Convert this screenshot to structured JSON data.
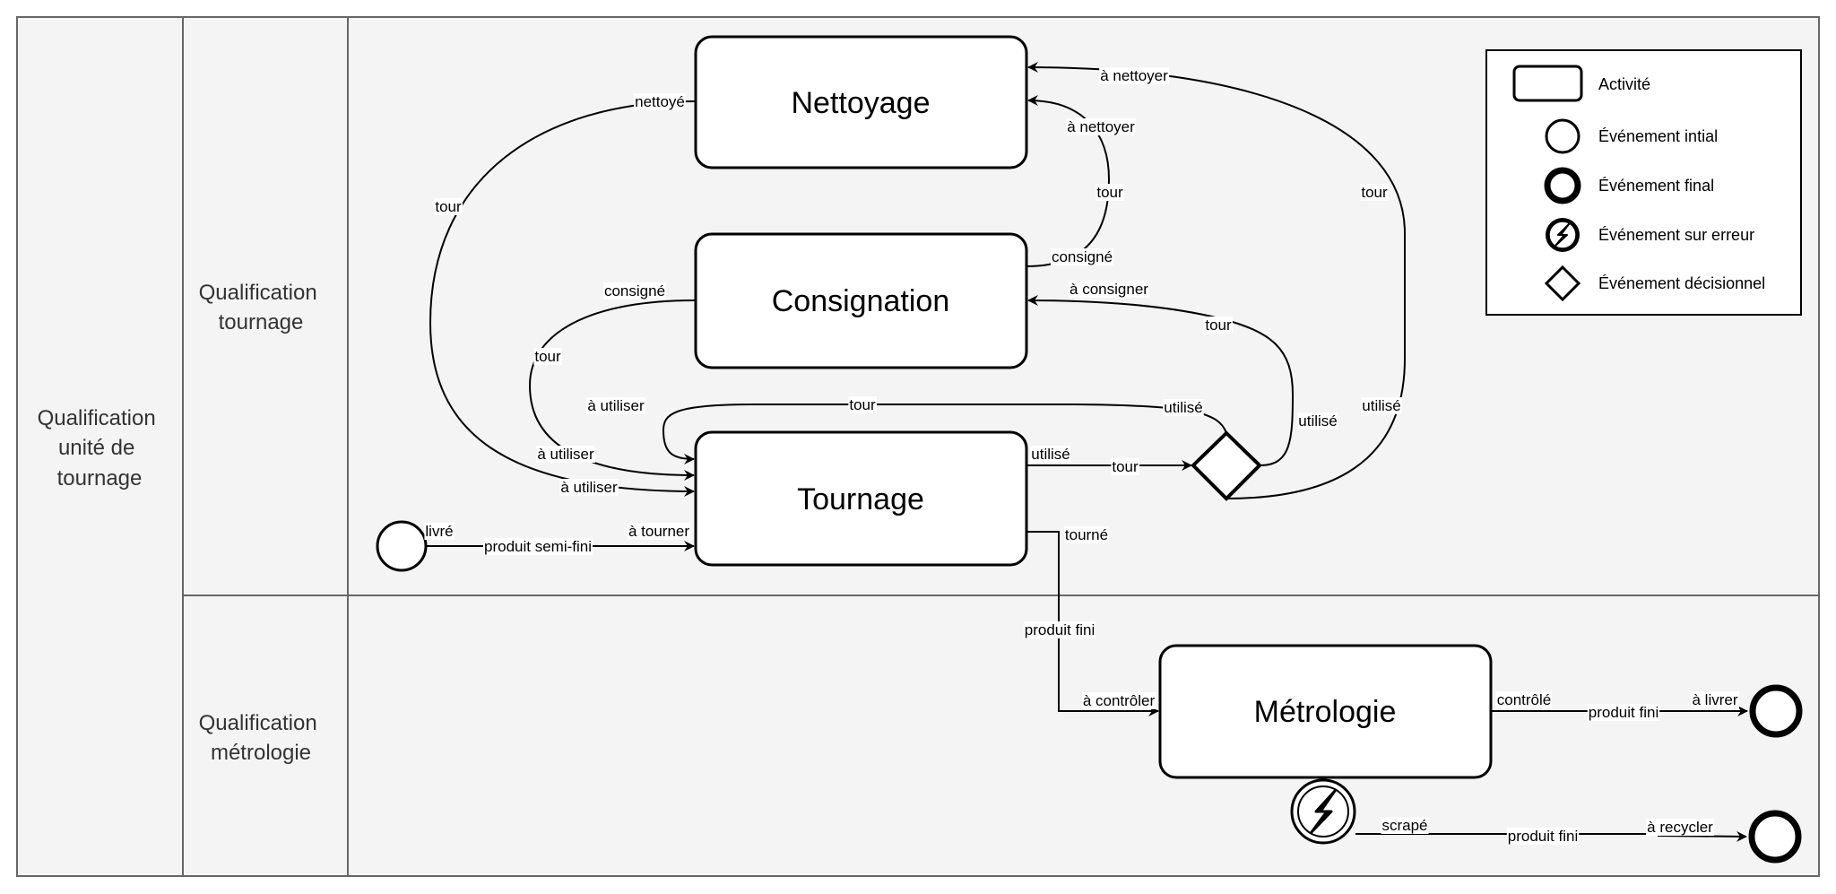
{
  "colors": {
    "canvas": "#ffffff",
    "pool_fill": "#f4f4f4",
    "pool_border": "#666666",
    "lane_text": "#333333",
    "shape_fill": "#ffffff",
    "stroke": "#000000",
    "label_bg": "#ffffff"
  },
  "pool": {
    "title": [
      "Qualification",
      "unité de",
      "tournage"
    ]
  },
  "lanes": [
    {
      "id": "tournage",
      "title": [
        "Qualification",
        "tournage"
      ]
    },
    {
      "id": "metrologie",
      "title": [
        "Qualification",
        "métrologie"
      ]
    }
  ],
  "activities": [
    {
      "id": "nettoyage",
      "label": "Nettoyage",
      "lane": "tournage"
    },
    {
      "id": "consignation",
      "label": "Consignation",
      "lane": "tournage"
    },
    {
      "id": "tournage",
      "label": "Tournage",
      "lane": "tournage"
    },
    {
      "id": "metrologie",
      "label": "Métrologie",
      "lane": "metrologie"
    }
  ],
  "events": [
    {
      "id": "start",
      "type": "initial",
      "lane": "tournage"
    },
    {
      "id": "decision",
      "type": "decision",
      "lane": "tournage"
    },
    {
      "id": "error",
      "type": "error",
      "lane": "metrologie",
      "attached_to": "metrologie"
    },
    {
      "id": "end-livrer",
      "type": "final",
      "lane": "metrologie"
    },
    {
      "id": "end-recycler",
      "type": "final",
      "lane": "metrologie"
    }
  ],
  "edges": [
    {
      "id": "e-start-tournage",
      "from": "start",
      "to": "tournage",
      "labels": [
        "livré",
        "produit semi-fini",
        "à tourner"
      ]
    },
    {
      "id": "e-nettoyage-tournage",
      "from": "nettoyage",
      "to": "tournage",
      "labels": [
        "nettoyé",
        "tour",
        "à utiliser"
      ]
    },
    {
      "id": "e-consignation-tournage",
      "from": "consignation",
      "to": "tournage",
      "labels": [
        "consigné",
        "tour",
        "à utiliser"
      ]
    },
    {
      "id": "e-decision-tournage",
      "from": "decision",
      "to": "tournage",
      "labels": [
        "utilisé",
        "tour",
        "à utiliser"
      ]
    },
    {
      "id": "e-consignation-nettoyage",
      "from": "consignation",
      "to": "nettoyage",
      "labels": [
        "consigné",
        "tour",
        "à nettoyer"
      ]
    },
    {
      "id": "e-decision-nettoyage",
      "from": "decision",
      "to": "nettoyage",
      "labels": [
        "utilisé",
        "tour",
        "à nettoyer"
      ]
    },
    {
      "id": "e-decision-consignation",
      "from": "decision",
      "to": "consignation",
      "labels": [
        "utilisé",
        "tour",
        "à consigner"
      ]
    },
    {
      "id": "e-tournage-decision",
      "from": "tournage",
      "to": "decision",
      "labels": [
        "utilisé",
        "tour"
      ]
    },
    {
      "id": "e-tournage-metrologie",
      "from": "tournage",
      "to": "metrologie",
      "labels": [
        "tourné",
        "produit fini",
        "à contrôler"
      ]
    },
    {
      "id": "e-metrologie-livrer",
      "from": "metrologie",
      "to": "end-livrer",
      "labels": [
        "contrôlé",
        "produit fini",
        "à livrer"
      ]
    },
    {
      "id": "e-error-recycler",
      "from": "error",
      "to": "end-recycler",
      "labels": [
        "scrapé",
        "produit fini",
        "à recycler"
      ]
    }
  ],
  "legend": {
    "items": [
      {
        "symbol": "activity",
        "label": "Activité"
      },
      {
        "symbol": "initial-event",
        "label": "Événement intial"
      },
      {
        "symbol": "final-event",
        "label": "Événement final"
      },
      {
        "symbol": "error-event",
        "label": "Événement sur erreur"
      },
      {
        "symbol": "decision-event",
        "label": "Événement décisionnel"
      }
    ]
  }
}
